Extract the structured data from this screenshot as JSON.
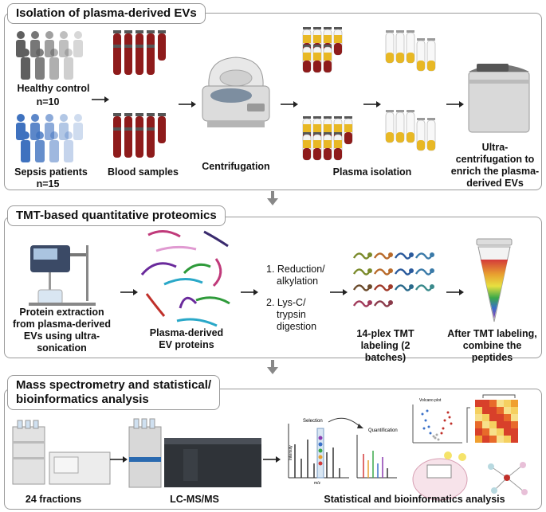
{
  "panel1": {
    "title": "Isolation of plasma-derived EVs",
    "healthy_label": "Healthy control",
    "healthy_n": "n=10",
    "sepsis_label": "Sepsis patients",
    "sepsis_n": "n=15",
    "blood_label": "Blood samples",
    "centrifugation_label": "Centrifugation",
    "plasma_label": "Plasma isolation",
    "ultra_label": "Ultra-centrifugation to enrich the plasma-derived EVs"
  },
  "panel2": {
    "title": "TMT-based quantitative proteomics",
    "extraction_label": "Protein extraction from plasma-derived EVs using ultra-sonication",
    "proteins_label": "Plasma-derived EV proteins",
    "step1": "1. Reduction/",
    "step1b": "alkylation",
    "step2": "2. Lys-C/",
    "step2b": "trypsin",
    "step2c": "digestion",
    "tmt_label": "14-plex TMT labeling (2 batches)",
    "combine_label": "After TMT labeling, combine the  peptides"
  },
  "panel3": {
    "title_line1": "Mass spectrometry and statistical/",
    "title_line2": "bioinformatics analysis",
    "fractions_label": "24 fractions",
    "lcms_label": "LC-MS/MS",
    "selection_label": "Selection",
    "quantification_label": "Quantification",
    "intensity_label": "Intensity",
    "mz_label": "m/z",
    "volcano_label": "Volcano plot",
    "analysis_label": "Statistical and bioinformatics analysis"
  },
  "colors": {
    "blood": "#8e1b1b",
    "plasma": "#e8b825",
    "border": "#9a9a9a",
    "healthy_person": "#6a6a6a",
    "sepsis_person": "#4a78c0"
  }
}
